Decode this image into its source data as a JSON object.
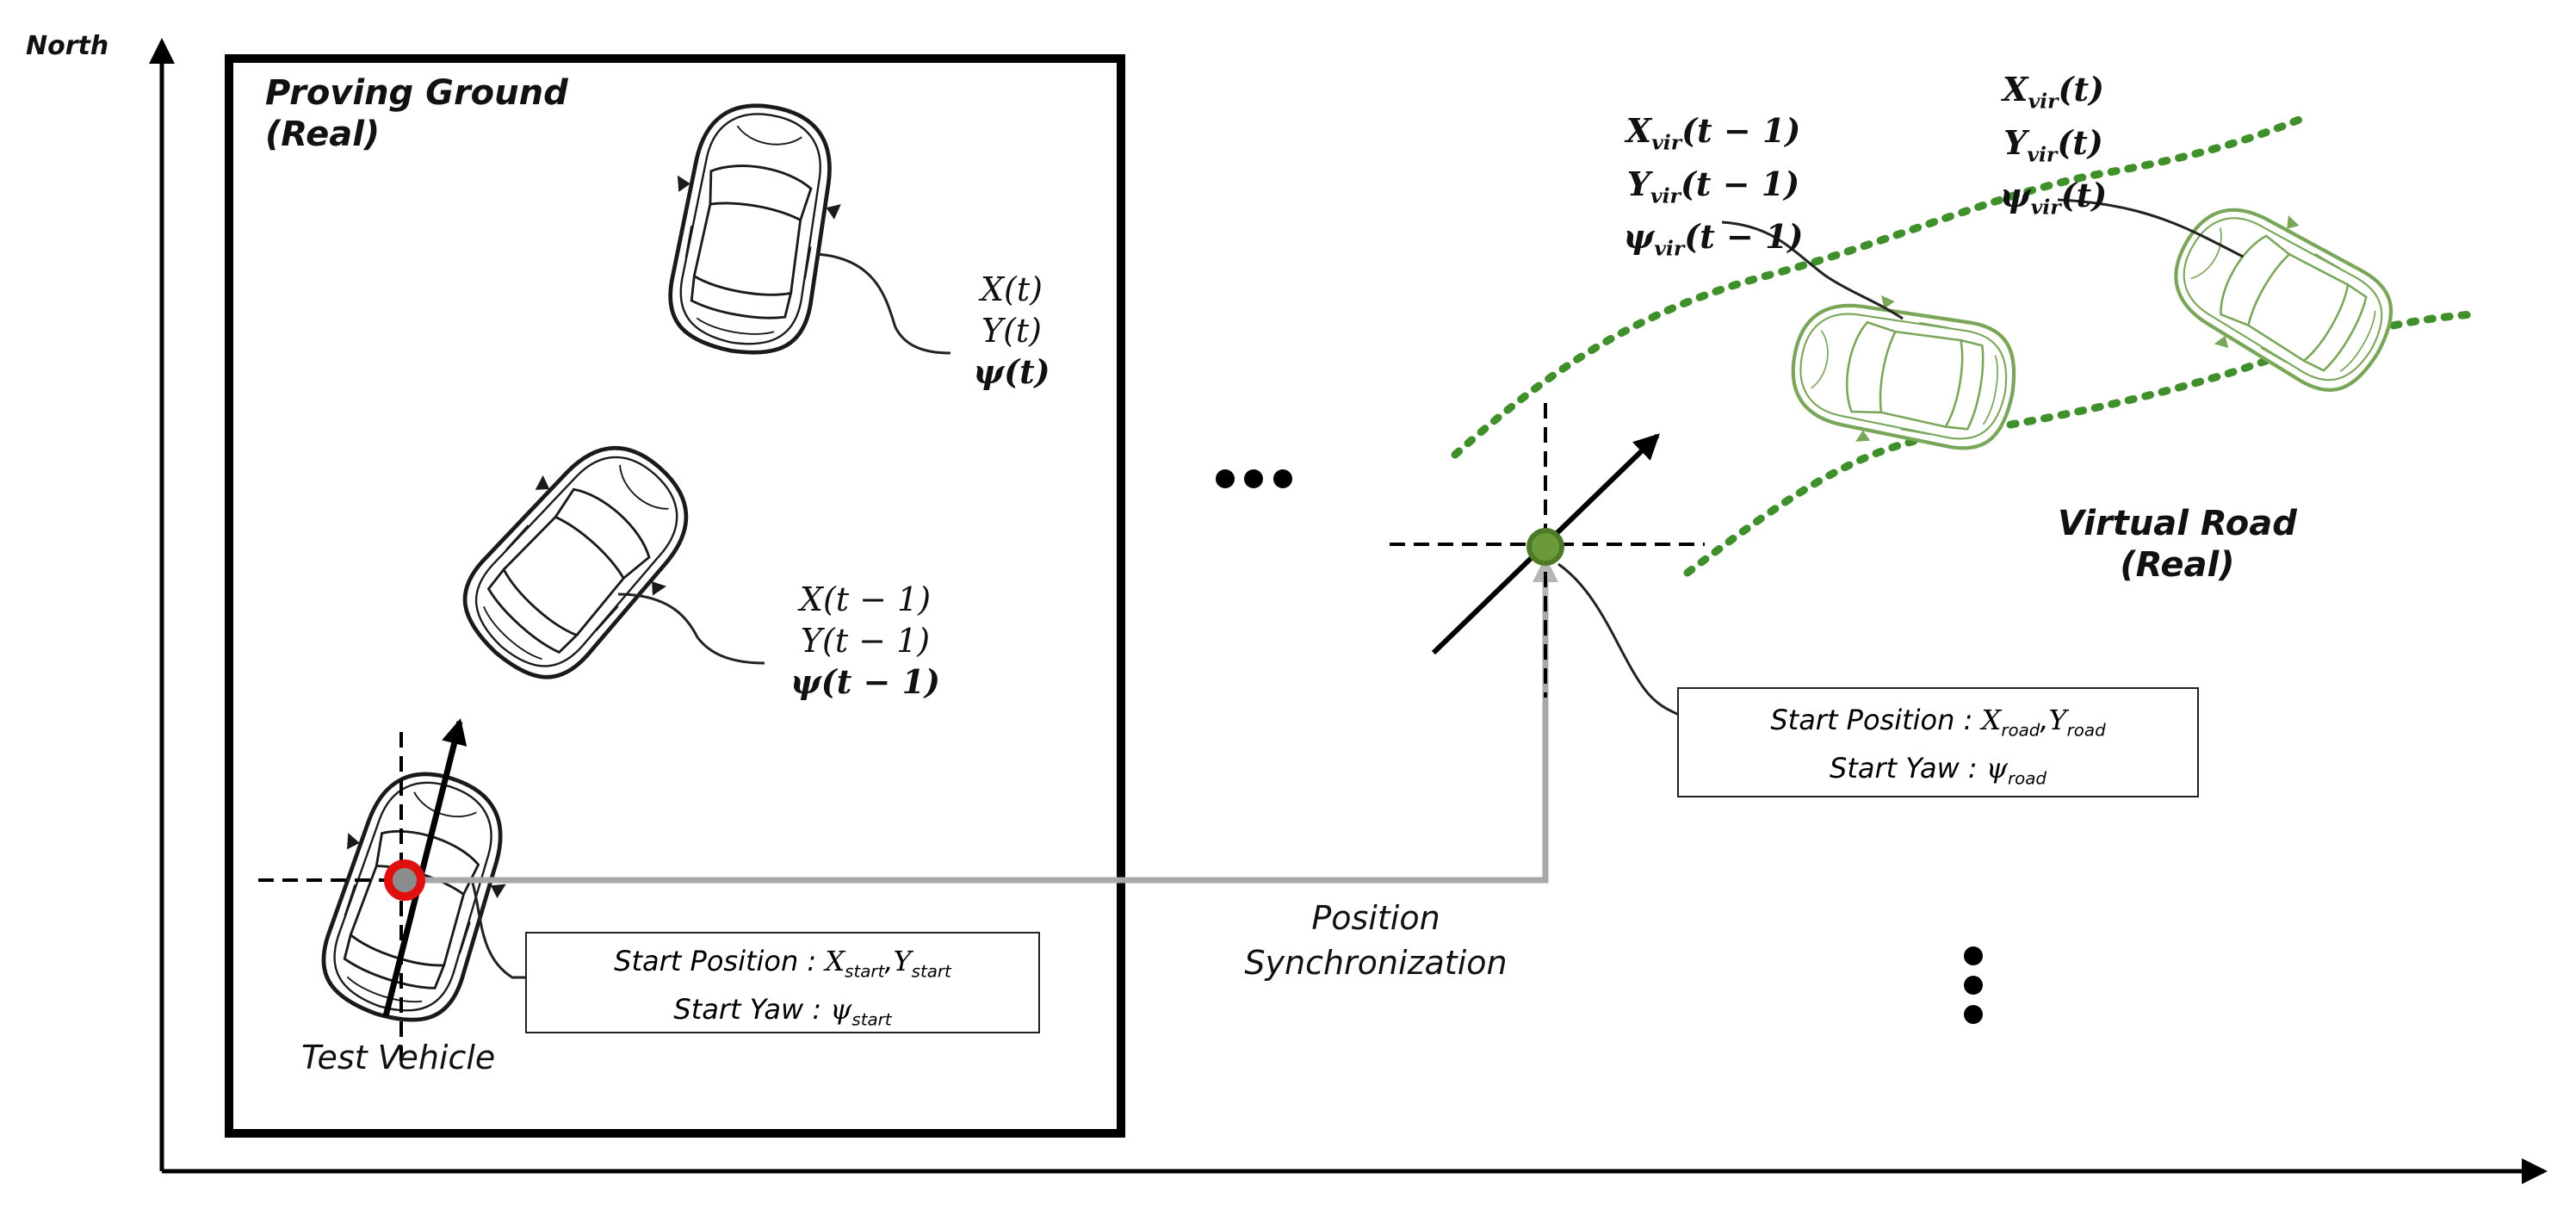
{
  "axis": {
    "y_label": "North"
  },
  "proving_ground": {
    "title_line1": "Proving Ground",
    "title_line2": "(Real)"
  },
  "virtual_road": {
    "title_line1": "Virtual Road",
    "title_line2": "(Real)"
  },
  "real_pose_t": {
    "x": "X(t)",
    "y": "Y(t)",
    "psi": "ψ(t)"
  },
  "real_pose_t1": {
    "x": "X(t − 1)",
    "y": "Y(t − 1)",
    "psi": "ψ(t − 1)"
  },
  "virtual_pose_t1": {
    "x": "X",
    "x_sub": "vir",
    "x_arg": "(t − 1)",
    "y": "Y",
    "y_sub": "vir",
    "y_arg": "(t − 1)",
    "psi": "ψ",
    "psi_sub": "vir",
    "psi_arg": "(t − 1)"
  },
  "virtual_pose_t": {
    "x": "X",
    "x_sub": "vir",
    "x_arg": "(t)",
    "y": "Y",
    "y_sub": "vir",
    "y_arg": "(t)",
    "psi": "ψ",
    "psi_sub": "vir",
    "psi_arg": "(t)"
  },
  "start_box_vehicle": {
    "pos_label": "Start Position : ",
    "x": "X",
    "x_sub": "start",
    "sep": ",",
    "y": "Y",
    "y_sub": "start",
    "yaw_label": "Start Yaw : ",
    "psi": "ψ",
    "psi_sub": "start"
  },
  "start_box_road": {
    "pos_label": "Start Position : ",
    "x": "X",
    "x_sub": "road",
    "sep": ",",
    "y": "Y",
    "y_sub": "road",
    "yaw_label": "Start Yaw : ",
    "psi": "ψ",
    "psi_sub": "road"
  },
  "sync": {
    "line1": "Position",
    "line2": "Synchronization"
  },
  "vehicle_label": "Test Vehicle",
  "colors": {
    "real_marker": "#e01010",
    "virtual_marker": "#5a8a2c",
    "virtual_car": "#7aa65a",
    "road_dots": "#3f8f2a",
    "sync_line": "#a8a8a8"
  }
}
